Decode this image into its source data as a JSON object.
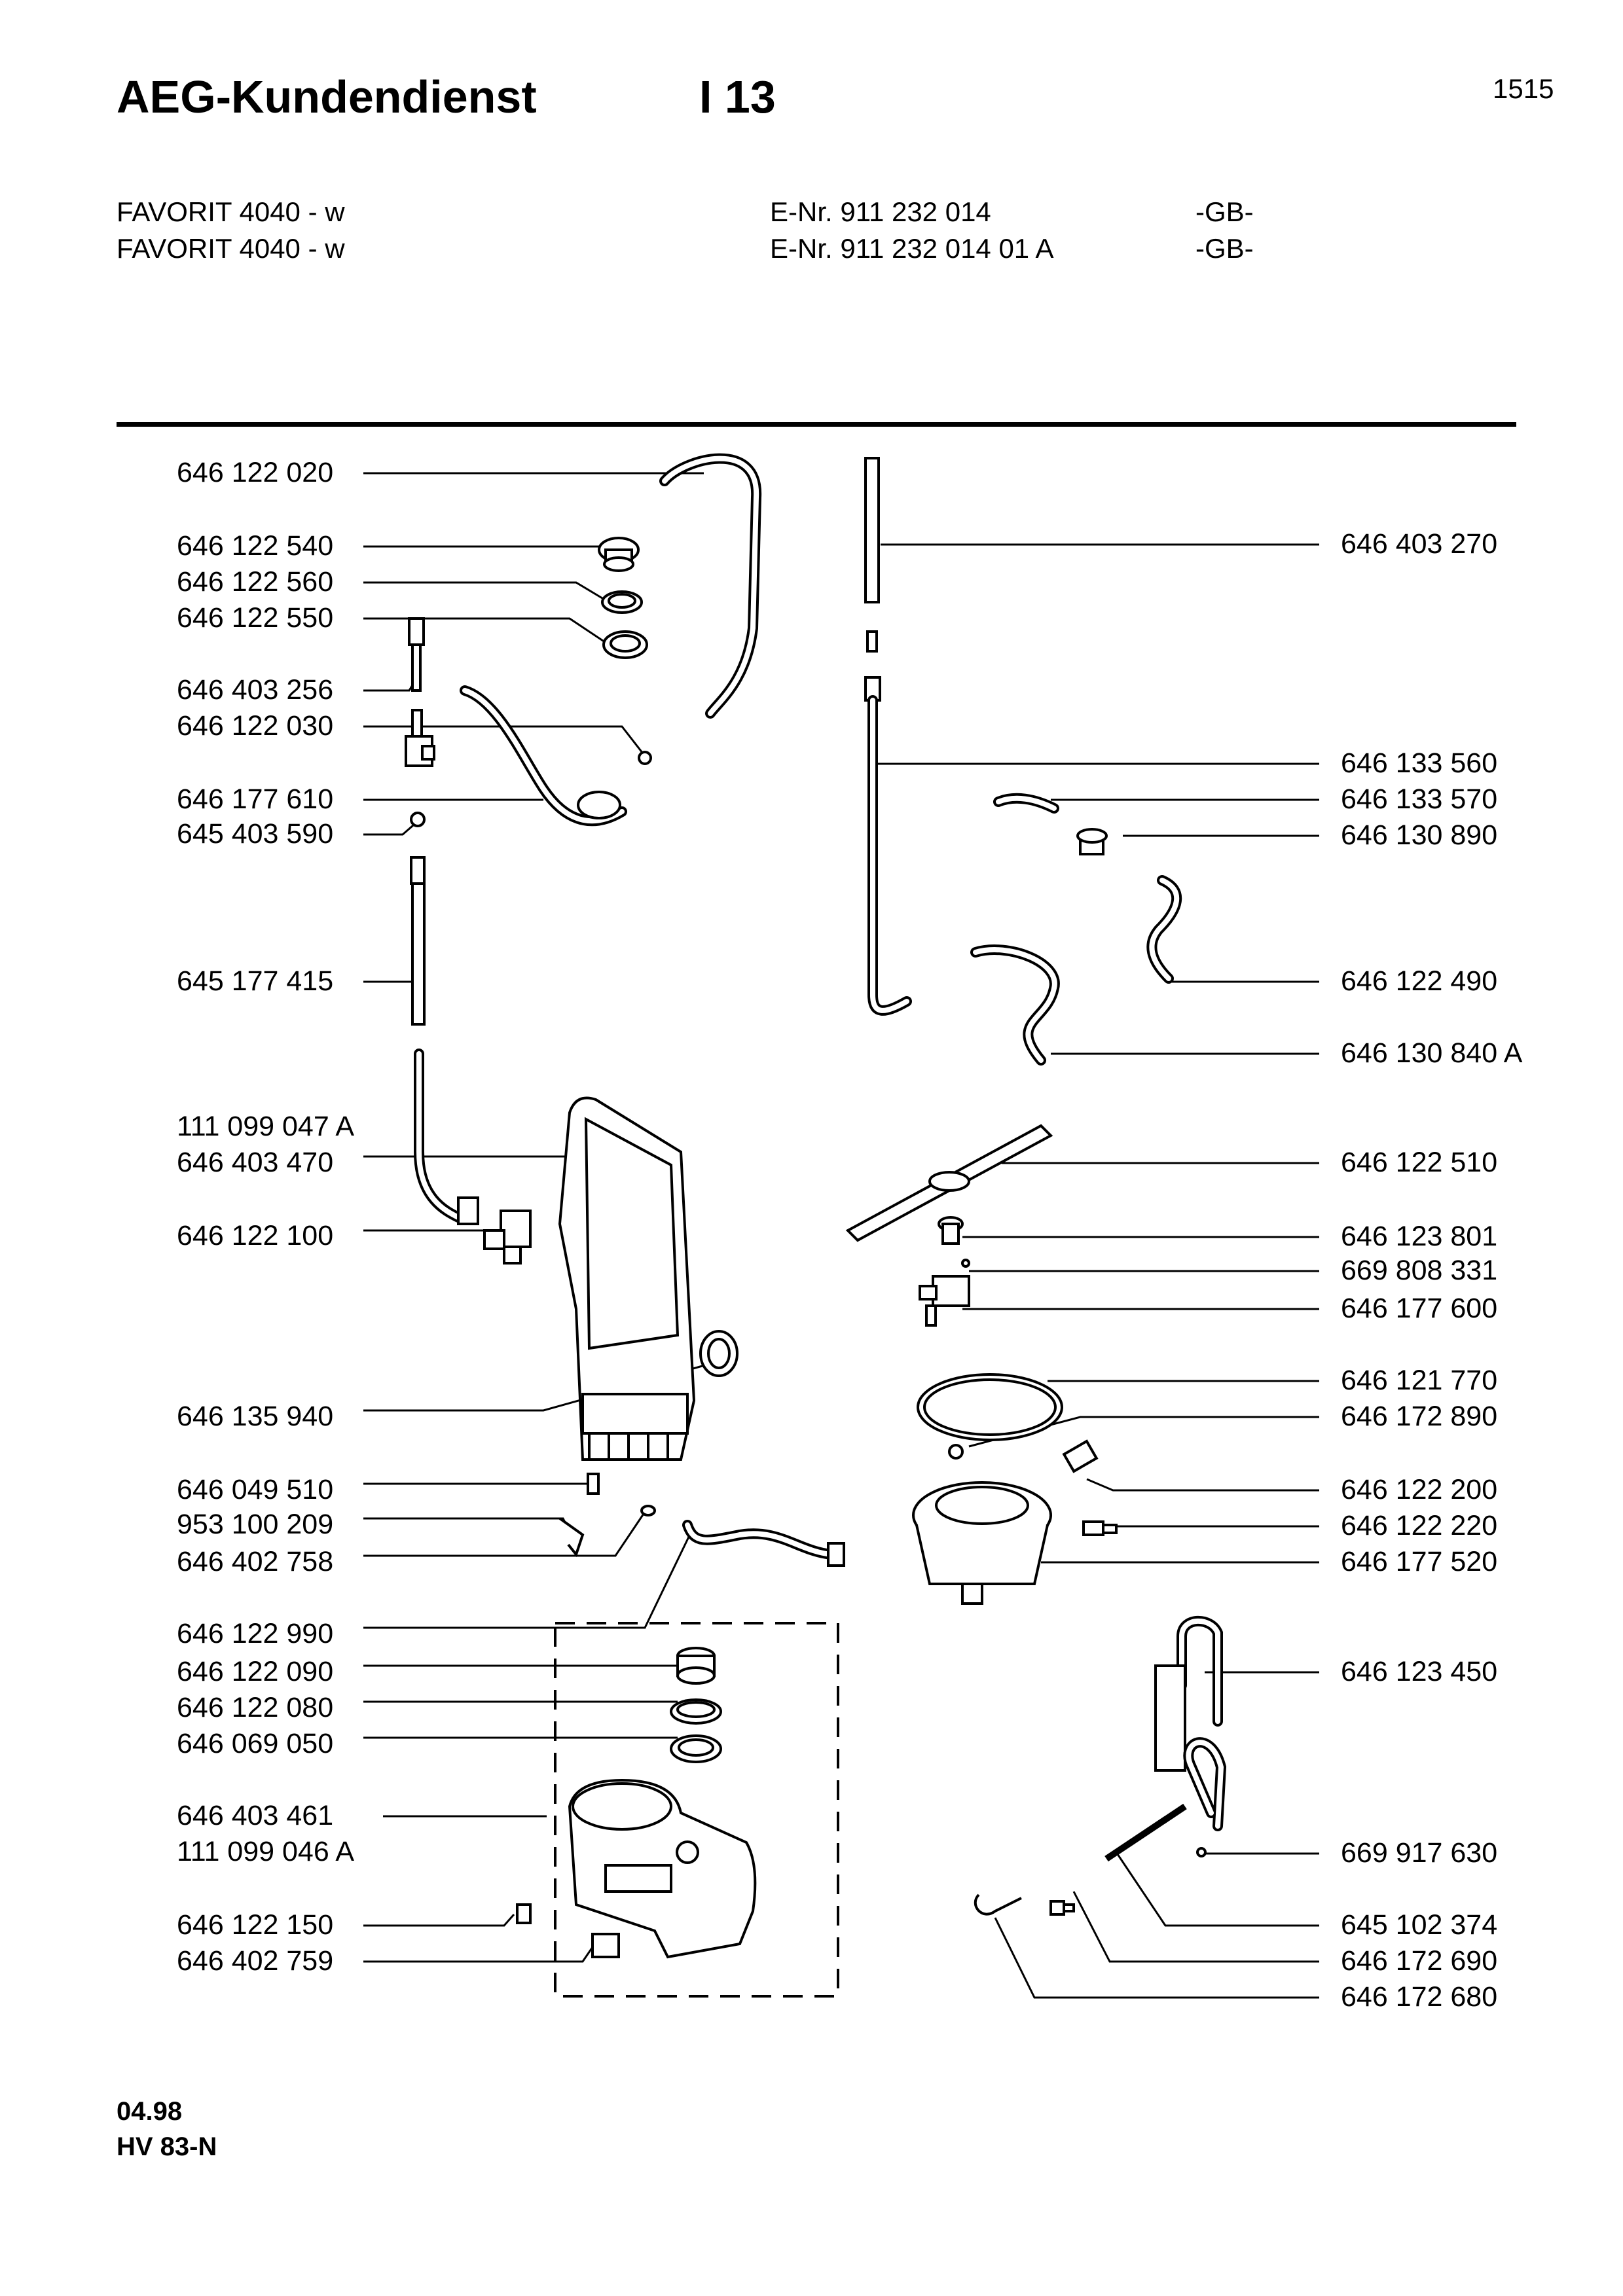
{
  "header": {
    "title": "AEG-Kundendienst",
    "section": "I 13",
    "page_number": "1515",
    "models": [
      {
        "name": "FAVORIT 4040 - w",
        "enr": "E-Nr. 911 232 014",
        "country": "-GB-"
      },
      {
        "name": "FAVORIT 4040 - w",
        "enr": "E-Nr. 911 232 014 01 A",
        "country": "-GB-"
      }
    ]
  },
  "parts_left": [
    "646 122 020",
    "646 122 540",
    "646 122 560",
    "646 122 550",
    "646 403 256",
    "646 122 030",
    "646 177 610",
    "645 403 590",
    "645 177 415",
    "111 099 047 A",
    "646 403 470",
    "646 122 100",
    "646 135 940",
    "646 049 510",
    "953 100 209",
    "646 402 758",
    "646 122 990",
    "646 122 090",
    "646 122 080",
    "646 069 050",
    "646 403 461",
    "111 099 046 A",
    "646 122 150",
    "646 402 759"
  ],
  "parts_right": [
    "646 403 270",
    "646 133 560",
    "646 133 570",
    "646 130 890",
    "646 122 490",
    "646 130 840 A",
    "646 122 510",
    "646 123 801",
    "669 808 331",
    "646 177 600",
    "646 121 770",
    "646 172 890",
    "646 122 200",
    "646 122 220",
    "646 177 520",
    "646 123 450",
    "669 917 630",
    "645 102 374",
    "646 172 690",
    "646 172 680"
  ],
  "footer": {
    "date": "04.98",
    "code": "HV 83-N"
  }
}
